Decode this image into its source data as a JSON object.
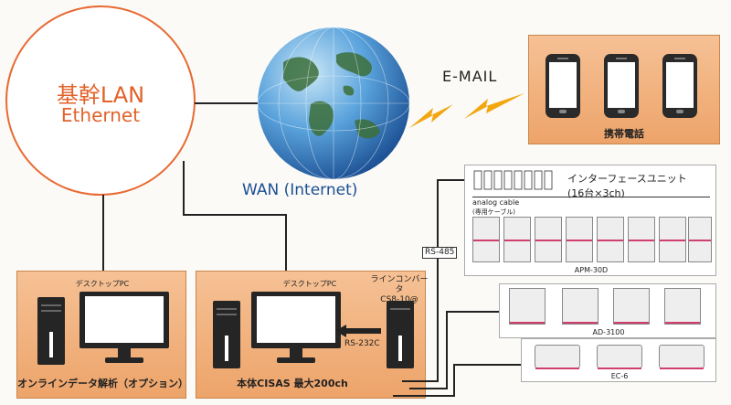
{
  "lan": {
    "title_jp": "基幹LAN",
    "title_en": "Ethernet"
  },
  "wan": {
    "label": "WAN (Internet)"
  },
  "email": {
    "label": "E-MAIL"
  },
  "mobile": {
    "caption": "携帯電話"
  },
  "pc_left": {
    "header": "デスクトップPC",
    "caption": "オンラインデータ解析（オプション）"
  },
  "pc_main": {
    "header": "デスクトップPC",
    "caption": "本体CISAS  最大200ch",
    "link_label": "RS-232C"
  },
  "converter": {
    "line1": "ラインコンバータ",
    "line2": "CS8-10@"
  },
  "rs485": {
    "label": "RS-485"
  },
  "interface_unit": {
    "title": "インターフェースユニット",
    "subtitle": "(16台×3ch)",
    "cable": "analog cable",
    "cable_note": "(専用ケーブル)"
  },
  "models": {
    "apm": "APM-30D",
    "ad": "AD-3100",
    "ec": "EC-6"
  },
  "colors": {
    "lan_orange": "#e2622a",
    "panel_orange": "#f1b07a",
    "wan_blue": "#1b4f93",
    "bolt": "#f2a60f"
  },
  "icons": [
    "globe-icon",
    "lightning-bolt-icon",
    "smartphone-icon",
    "desktop-tower-icon",
    "monitor-icon",
    "line-converter-icon",
    "arrow-left-icon"
  ]
}
